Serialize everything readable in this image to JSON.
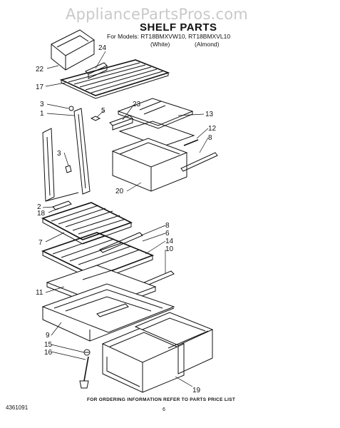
{
  "watermark": "AppliancePartsPros.com",
  "header": {
    "title": "SHELF PARTS",
    "models": "For Models: RT18BMXVW10, RT18BMXVL10",
    "variant_white": "(White)",
    "variant_almond": "(Almond)"
  },
  "callouts": {
    "c1": "1",
    "c2": "2",
    "c3a": "3",
    "c3b": "3",
    "c5": "5",
    "c6": "6",
    "c7": "7",
    "c8a": "8",
    "c8b": "8",
    "c9": "9",
    "c10": "10",
    "c11": "11",
    "c12": "12",
    "c13": "13",
    "c14": "14",
    "c15": "15",
    "c16": "16",
    "c17": "17",
    "c18": "18",
    "c19": "19",
    "c20": "20",
    "c22": "22",
    "c23": "23",
    "c24": "24"
  },
  "footer": {
    "ordering_note": "FOR ORDERING INFORMATION REFER TO PARTS PRICE LIST",
    "document_number": "4361091",
    "page_number": "6"
  }
}
